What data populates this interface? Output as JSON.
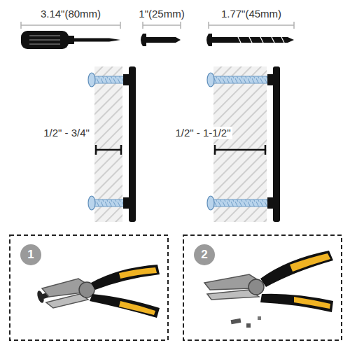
{
  "diagram": {
    "nodes": [
      {
        "text": [
          "1"
        ]
      },
      {
        "text": [
          "2"
        ]
      }
    ],
    "labels": [
      "3.14\"(80mm)",
      "1\"(25mm)",
      "1.77\"(45mm)",
      "1/2\" - 3/4\"",
      "1/2\" - 1-1/2\""
    ]
  }
}
